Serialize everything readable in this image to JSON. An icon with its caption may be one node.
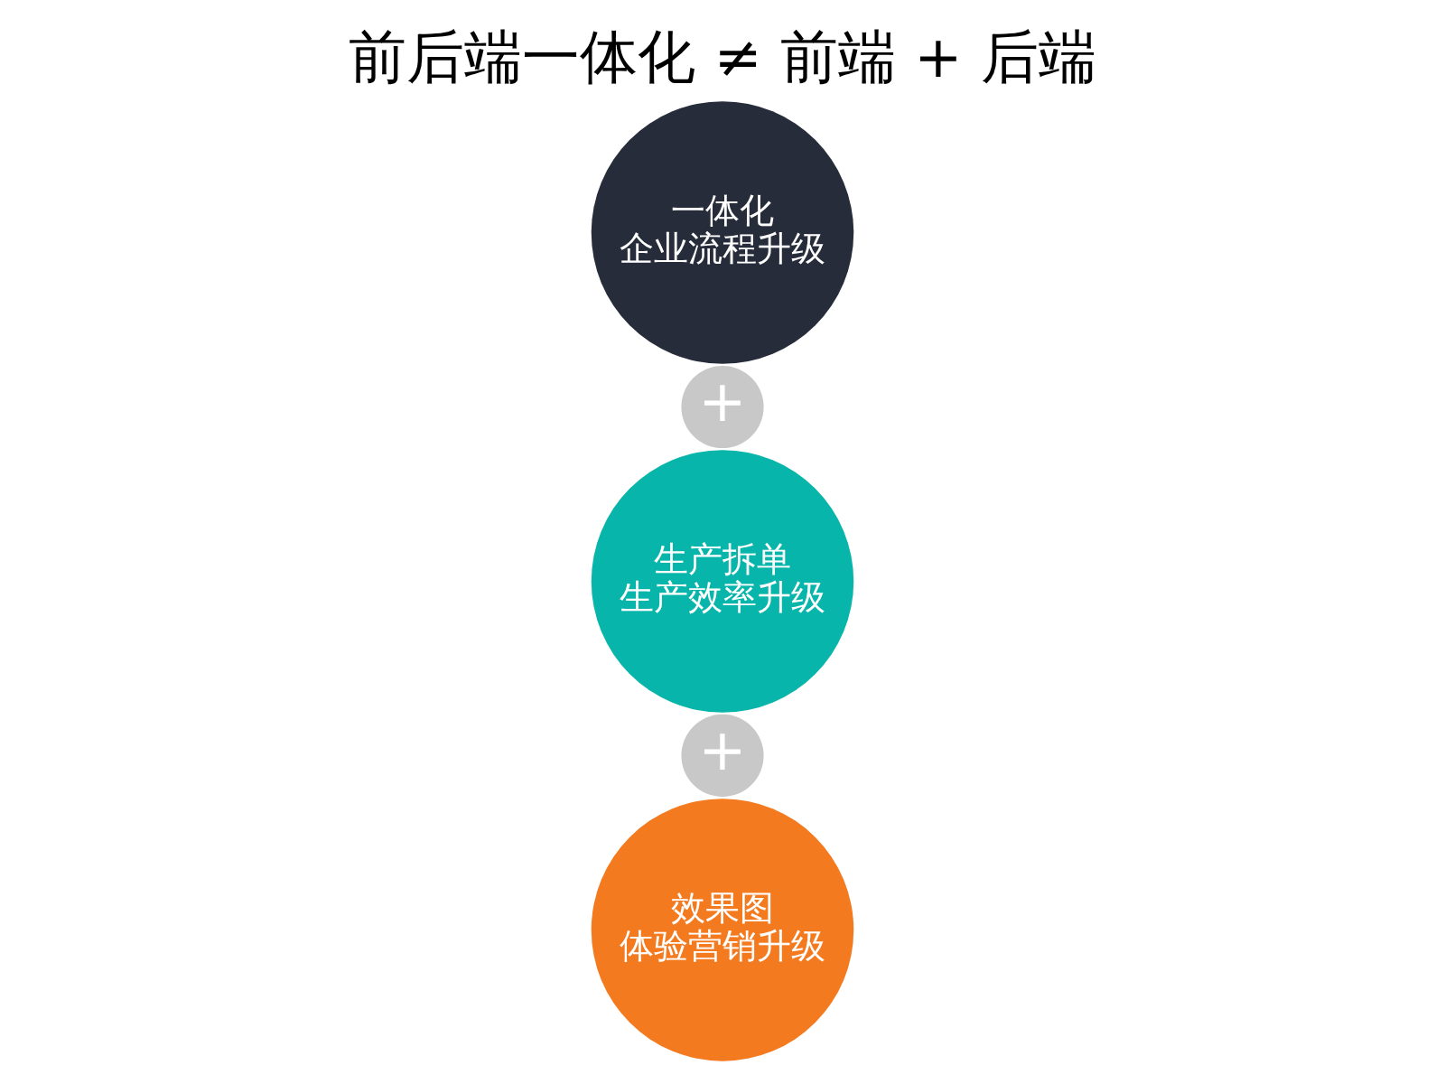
{
  "diagram": {
    "title": "前后端一体化 ≠ 前端 + 后端",
    "nodes": [
      {
        "text": [
          "效果图",
          "体验营销升级"
        ]
      },
      {
        "text": [
          "+"
        ]
      },
      {
        "text": [
          "生产拆单",
          "生产效率升级"
        ]
      },
      {
        "text": [
          "+"
        ]
      },
      {
        "text": [
          "一体化",
          "企业流程升级"
        ]
      }
    ]
  }
}
